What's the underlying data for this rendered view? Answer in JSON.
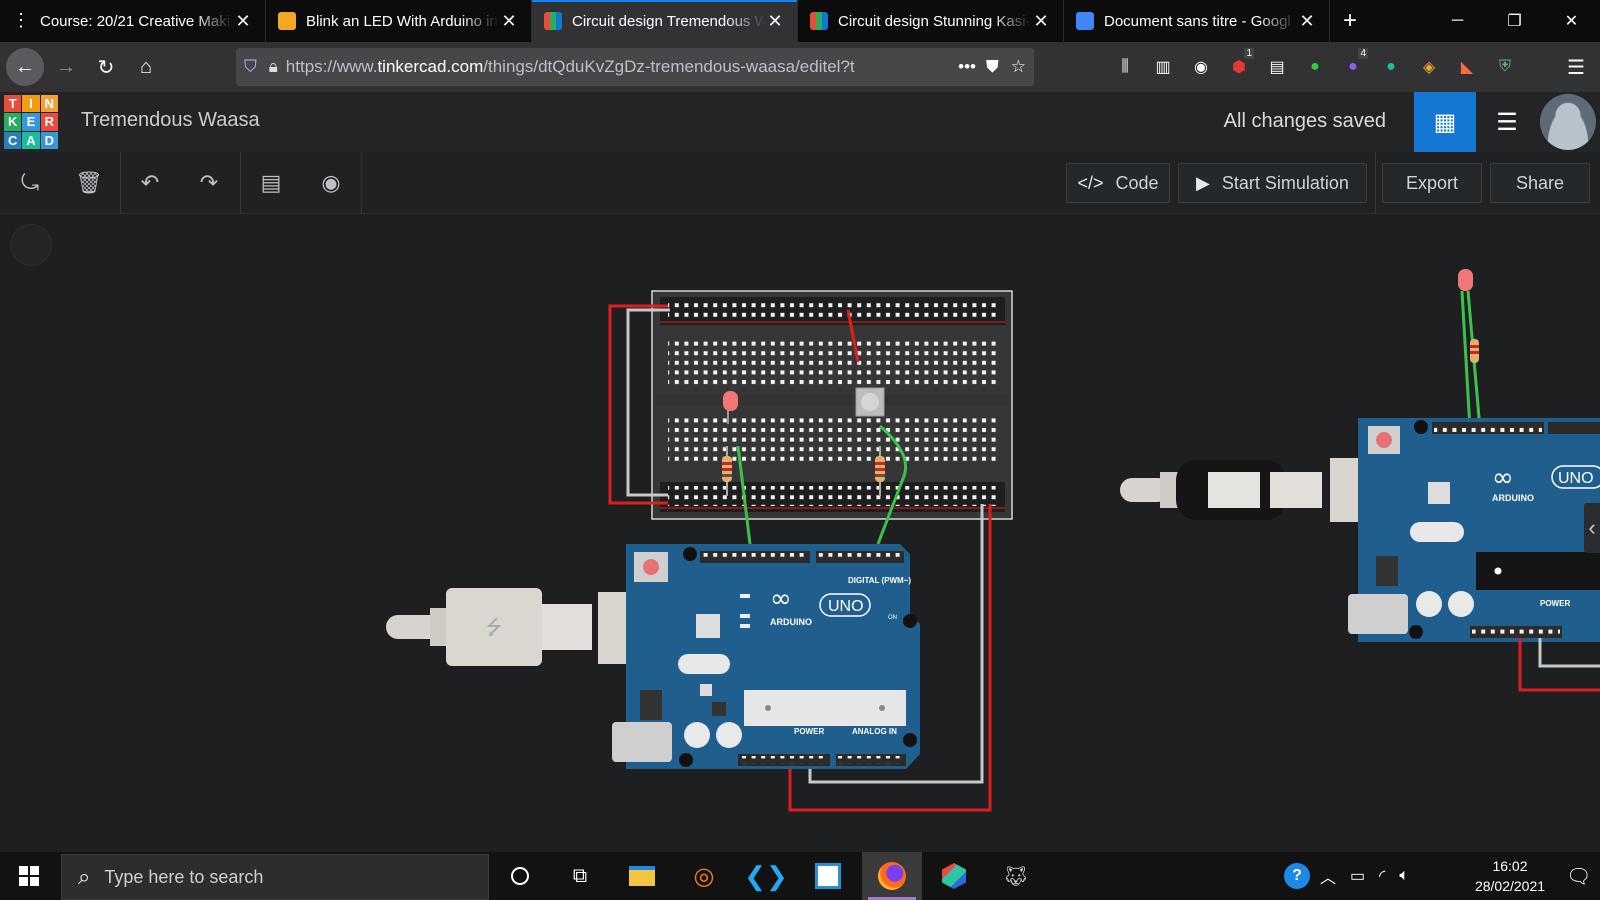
{
  "browser": {
    "tabs": [
      {
        "title": "Course: 20/21 Creative Makin",
        "favicon_color": "#0c0c0d"
      },
      {
        "title": "Blink an LED With Arduino in",
        "favicon_color": "#f5a623"
      },
      {
        "title": "Circuit design Tremendous W",
        "favicon_color": "#1477d1",
        "active": true
      },
      {
        "title": "Circuit design Stunning Kasi-",
        "favicon_color": "#1477d1"
      },
      {
        "title": "Document sans titre - Googl",
        "favicon_color": "#4285f4"
      }
    ],
    "url_prefix": "https://www.",
    "url_domain": "tinkercad.com",
    "url_path": "/things/dtQduKvZgDz-tremendous-waasa/editel?t",
    "badges": {
      "ublock": "1",
      "ext": "4"
    }
  },
  "app": {
    "logo_letters": [
      "T",
      "I",
      "N",
      "K",
      "E",
      "R",
      "C",
      "A",
      "D"
    ],
    "project_name": "Tremendous Waasa",
    "save_status": "All changes saved"
  },
  "toolbar": {
    "code_label": "Code",
    "simulate_label": "Start Simulation",
    "export_label": "Export",
    "share_label": "Share"
  },
  "board": {
    "brand": "ARDUINO",
    "model": "UNO",
    "digital_label": "DIGITAL (PWM~)",
    "power_label": "POWER",
    "analog_label": "ANALOG IN",
    "on_label": "ON"
  },
  "taskbar": {
    "search_placeholder": "Type here to search",
    "time": "16:02",
    "date": "28/02/2021"
  },
  "colors": {
    "accent": "#0a84ff",
    "tinkercad_blue": "#1477d1",
    "arduino_blue": "#205e8d",
    "wire_red": "#e01e1e",
    "wire_green": "#3cc24a",
    "wire_gray": "#c8c8c8"
  }
}
